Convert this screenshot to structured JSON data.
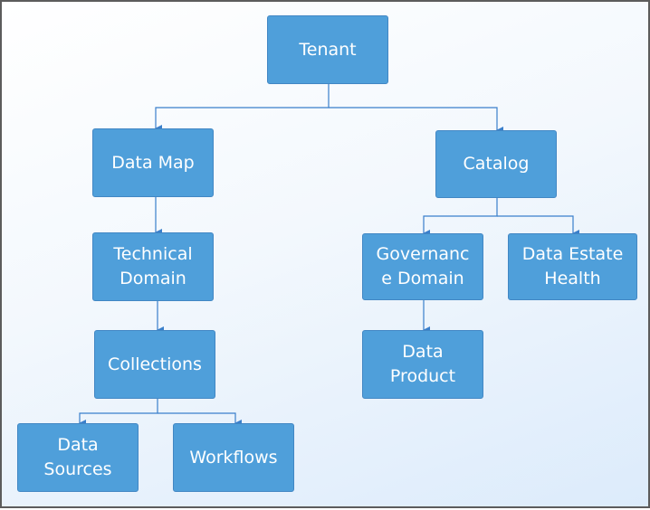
{
  "diagram": {
    "colors": {
      "node_fill": "#4f9fda",
      "node_border": "#4287c4",
      "node_text": "#ffffff",
      "connector": "#3a7fcb",
      "frame": "#5c5c5c"
    },
    "nodes": {
      "tenant": {
        "label": "Tenant"
      },
      "data_map": {
        "label": "Data Map"
      },
      "catalog": {
        "label": "Catalog"
      },
      "technical_domain": {
        "label": "Technical\nDomain"
      },
      "collections": {
        "label": "Collections"
      },
      "data_sources": {
        "label": "Data\nSources"
      },
      "workflows": {
        "label": "Workflows"
      },
      "governance_domain": {
        "label": "Governanc\ne Domain"
      },
      "data_estate_health": {
        "label": "Data Estate\nHealth"
      },
      "data_product": {
        "label": "Data\nProduct"
      }
    },
    "edges": [
      {
        "from": "Tenant",
        "to": "Data Map"
      },
      {
        "from": "Tenant",
        "to": "Catalog"
      },
      {
        "from": "Data Map",
        "to": "Technical Domain"
      },
      {
        "from": "Technical Domain",
        "to": "Collections"
      },
      {
        "from": "Collections",
        "to": "Data Sources"
      },
      {
        "from": "Collections",
        "to": "Workflows"
      },
      {
        "from": "Catalog",
        "to": "Governance Domain"
      },
      {
        "from": "Catalog",
        "to": "Data Estate Health"
      },
      {
        "from": "Governance Domain",
        "to": "Data Product"
      }
    ]
  }
}
